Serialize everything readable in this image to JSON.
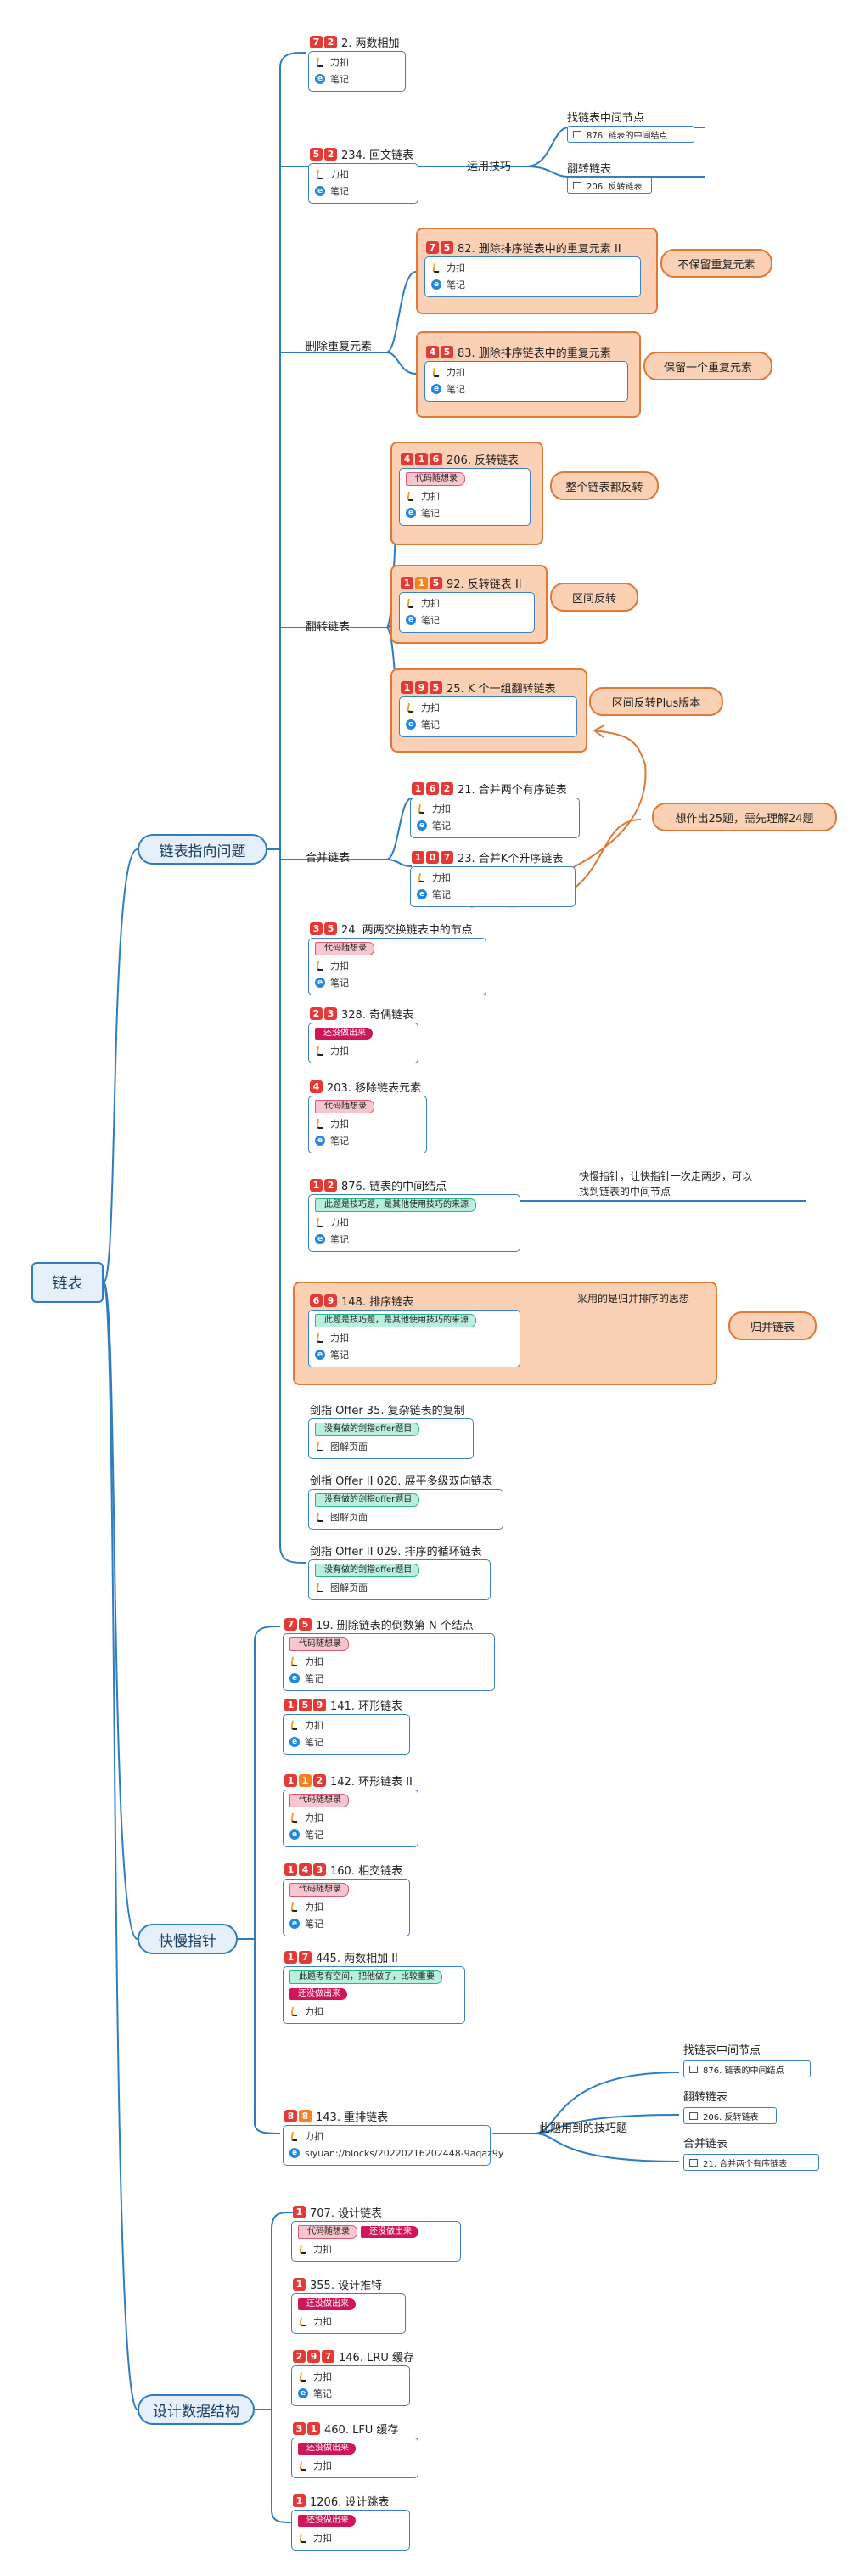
{
  "root": "链表",
  "branches": {
    "pointer": "链表指向问题",
    "fastslow": "快慢指针",
    "design": "设计数据结构"
  },
  "icons": {
    "leetcode": "leetcode-icon",
    "notes": "note-icon",
    "doc": "doc-icon"
  },
  "labels": {
    "leetcode": "力扣",
    "notes": "笔记",
    "diagram_page": "图解页面",
    "tag_muban": "代码随想录",
    "tag_not_done": "还没做出来",
    "tag_tricky": "此题是技巧题，是其他使用技巧的来源",
    "tag_offer": "没有做的剑指offer题目",
    "tag_space": "此题考有空间，把他做了，比较重要"
  },
  "groups": {
    "technique": "运用技巧",
    "remove_dup": "删除重复元素",
    "reverse": "翻转链表",
    "merge": "合并链表",
    "uses": "此题用到的技巧题"
  },
  "side_labels": {
    "find_mid": "找链表中间节点",
    "reverse_list": "翻转链表",
    "merge_list": "合并链表"
  },
  "refs": {
    "r876": "876. 链表的中间结点",
    "r206": "206. 反转链表",
    "r21": "21. 合并两个有序链表"
  },
  "callouts": {
    "keep_none": "不保留重复元素",
    "keep_one": "保留一个重复元素",
    "whole": "整个链表都反转",
    "interval": "区间反转",
    "plus": "区间反转Plus版本",
    "think25": "想作出25题，需先理解24题",
    "merge_sort": "归并链表"
  },
  "notes": {
    "fast_slow_1": "快慢指针，让快指针一次走两步，可以",
    "fast_slow_2": "找到链表的中间节点",
    "merge_sort": "采用的是归并排序的思想"
  },
  "problems": {
    "p2": {
      "title": "2. 两数相加",
      "badges": [
        "7",
        "2"
      ]
    },
    "p234": {
      "title": "234. 回文链表",
      "badges": [
        "5",
        "2"
      ]
    },
    "p82": {
      "title": "82. 删除排序链表中的重复元素 II",
      "badges": [
        "7",
        "5"
      ]
    },
    "p83": {
      "title": "83. 删除排序链表中的重复元素",
      "badges": [
        "4",
        "5"
      ]
    },
    "p206": {
      "title": "206. 反转链表",
      "badges": [
        "4",
        "1",
        "6"
      ]
    },
    "p92": {
      "title": "92. 反转链表 II",
      "badges": [
        "1",
        "1",
        "5"
      ]
    },
    "p25": {
      "title": "25. K 个一组翻转链表",
      "badges": [
        "1",
        "9",
        "5"
      ]
    },
    "p21": {
      "title": "21. 合并两个有序链表",
      "badges": [
        "1",
        "6",
        "2"
      ]
    },
    "p23": {
      "title": "23. 合并K个升序链表",
      "badges": [
        "1",
        "0",
        "7"
      ]
    },
    "p24": {
      "title": "24. 两两交换链表中的节点",
      "badges": [
        "3",
        "5"
      ]
    },
    "p328": {
      "title": "328. 奇偶链表",
      "badges": [
        "2",
        "3"
      ]
    },
    "p203": {
      "title": "203. 移除链表元素",
      "badges": [
        "4"
      ]
    },
    "p876": {
      "title": "876. 链表的中间结点",
      "badges": [
        "1",
        "2"
      ]
    },
    "p148": {
      "title": "148. 排序链表",
      "badges": [
        "6",
        "9"
      ]
    },
    "o35": {
      "title": "剑指 Offer 35. 复杂链表的复制",
      "badges": []
    },
    "o028": {
      "title": "剑指 Offer II 028. 展平多级双向链表",
      "badges": []
    },
    "o029": {
      "title": "剑指 Offer II 029. 排序的循环链表",
      "badges": []
    },
    "p19": {
      "title": "19. 删除链表的倒数第 N 个结点",
      "badges": [
        "7",
        "5"
      ]
    },
    "p141": {
      "title": "141. 环形链表",
      "badges": [
        "1",
        "5",
        "9"
      ]
    },
    "p142": {
      "title": "142. 环形链表 II",
      "badges": [
        "1",
        "1",
        "2"
      ]
    },
    "p160": {
      "title": "160. 相交链表",
      "badges": [
        "1",
        "4",
        "3"
      ]
    },
    "p445": {
      "title": "445. 两数相加 II",
      "badges": [
        "1",
        "7"
      ]
    },
    "p143": {
      "title": "143. 重排链表",
      "badges": [
        "8",
        "8"
      ],
      "link": "siyuan://blocks/20220216202448-9aqaz9y"
    },
    "p707": {
      "title": "707. 设计链表",
      "badges": [
        "1"
      ]
    },
    "p355": {
      "title": "355. 设计推特",
      "badges": [
        "1"
      ]
    },
    "p146": {
      "title": "146. LRU 缓存",
      "badges": [
        "2",
        "9",
        "7"
      ]
    },
    "p460": {
      "title": "460. LFU 缓存",
      "badges": [
        "3",
        "1"
      ]
    },
    "p1206": {
      "title": "1206. 设计跳表",
      "badges": [
        "1"
      ]
    }
  },
  "colors": {
    "line": "#2f7cc1",
    "highlight": "#fbd1b6",
    "highlight_border": "#e07838",
    "badge": "#e53935"
  }
}
